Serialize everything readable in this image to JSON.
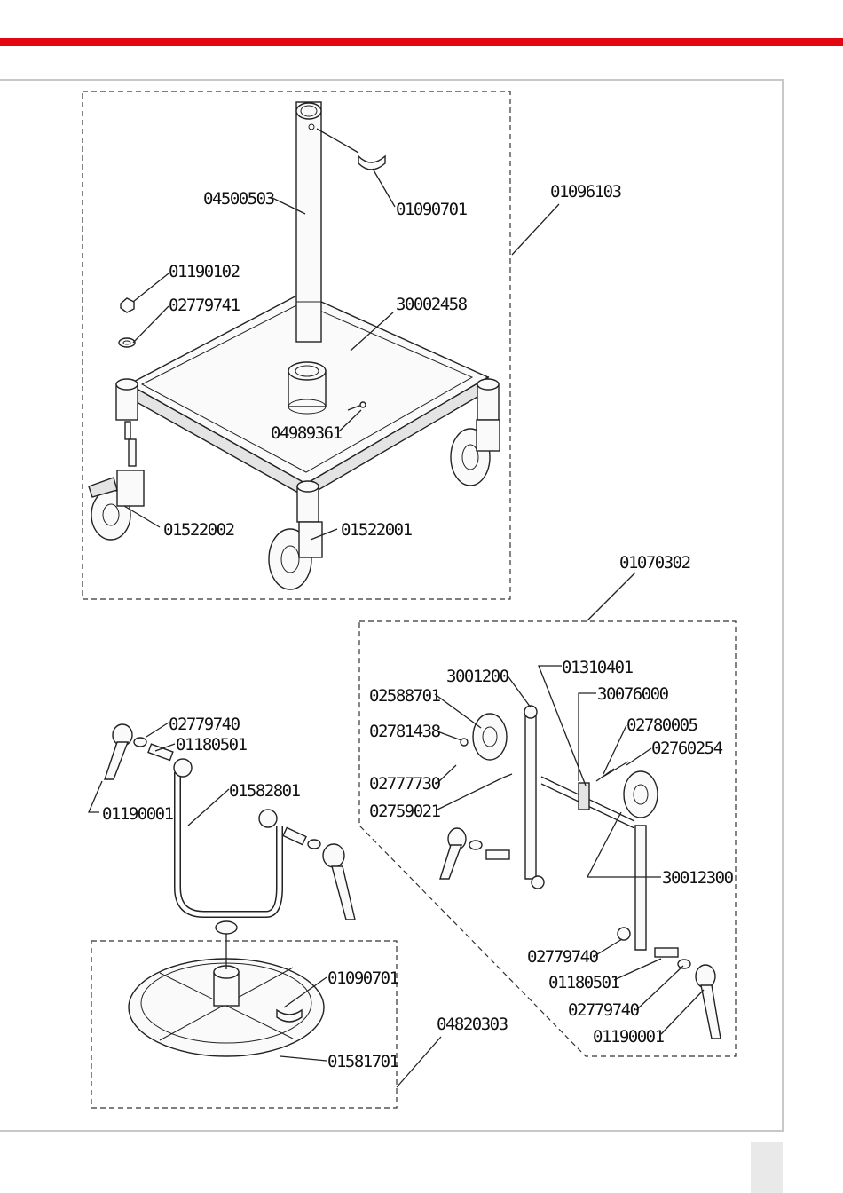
{
  "colors": {
    "accent_bar": "#e30613",
    "frame": "#c8c8c8",
    "page_tab": "#e9e9e9"
  },
  "labels": {
    "l04500503": "04500503",
    "l01090701_top": "01090701",
    "l01096103": "01096103",
    "l01190102": "01190102",
    "l02779741": "02779741",
    "l30002458": "30002458",
    "l04989361": "04989361",
    "l01522002": "01522002",
    "l01522001": "01522001",
    "l01070302": "01070302",
    "l3001200": "3001200",
    "l01310401": "01310401",
    "l02588701": "02588701",
    "l30076000": "30076000",
    "l02781438": "02781438",
    "l02780005": "02780005",
    "l02760254": "02760254",
    "l02777730": "02777730",
    "l02759021": "02759021",
    "l30012300": "30012300",
    "l02779740_r1": "02779740",
    "l01180501_r": "01180501",
    "l02779740_r2": "02779740",
    "l01190001_r": "01190001",
    "l02779740_l": "02779740",
    "l01180501_l": "01180501",
    "l01582801": "01582801",
    "l01190001_l": "01190001",
    "l01090701_base": "01090701",
    "l04820303": "04820303",
    "l01581701": "01581701"
  }
}
